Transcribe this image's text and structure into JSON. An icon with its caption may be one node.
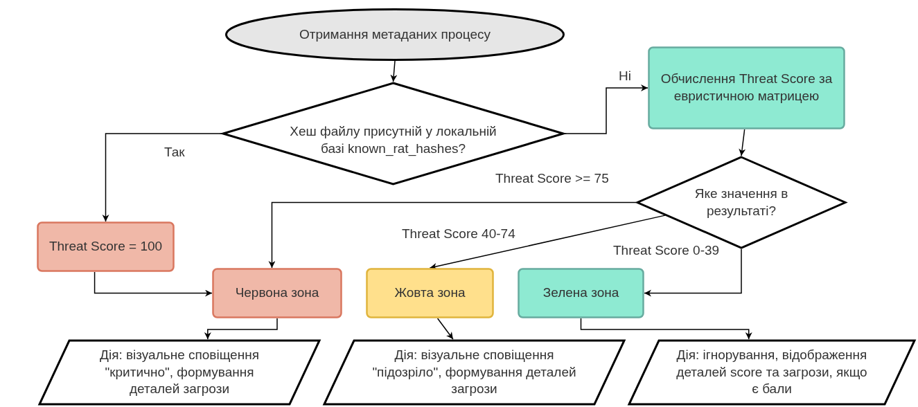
{
  "diagram": {
    "nodes": [
      {
        "text": [
          "Отримання метаданих процесу"
        ]
      },
      {
        "text": [
          "Хеш файлу присутній у локальній базі known_rat_hashes?"
        ]
      },
      {
        "text": [
          "Обчислення Threat Score за евристичною матрицею"
        ]
      },
      {
        "text": [
          "Яке значення в результаті?"
        ]
      },
      {
        "text": [
          "Threat Score = 100"
        ]
      },
      {
        "text": [
          "Червона зона"
        ]
      },
      {
        "text": [
          "Жовта зона"
        ]
      },
      {
        "text": [
          "Зелена зона"
        ]
      },
      {
        "text": [
          "Дія: візуальне сповіщення \"критично\", формування деталей загрози"
        ]
      },
      {
        "text": [
          "Дія: візуальне сповіщення \"підозріло\", формування деталей загрози"
        ]
      },
      {
        "text": [
          "Дія: ігнорування, відображення деталей score та загрози, якщо  є бали"
        ]
      }
    ],
    "edges": [
      {
        "from": 0,
        "to": 1,
        "arrow": "to"
      },
      {
        "from": 1,
        "to": 2,
        "arrow": "to",
        "label": "Ні"
      },
      {
        "from": 1,
        "to": 4,
        "arrow": "to",
        "label": "Так"
      },
      {
        "from": 2,
        "to": 3,
        "arrow": "to"
      },
      {
        "from": 3,
        "to": 5,
        "arrow": "to",
        "label": "Threat Score >= 75"
      },
      {
        "from": 3,
        "to": 6,
        "arrow": "to",
        "label": "Threat Score 40-74"
      },
      {
        "from": 3,
        "to": 7,
        "arrow": "to",
        "label": "Threat Score 0-39"
      },
      {
        "from": 4,
        "to": 5,
        "arrow": "to"
      },
      {
        "from": 5,
        "to": 8,
        "arrow": "to"
      },
      {
        "from": 6,
        "to": 9,
        "arrow": "to"
      },
      {
        "from": 7,
        "to": 10,
        "arrow": "to"
      }
    ]
  }
}
